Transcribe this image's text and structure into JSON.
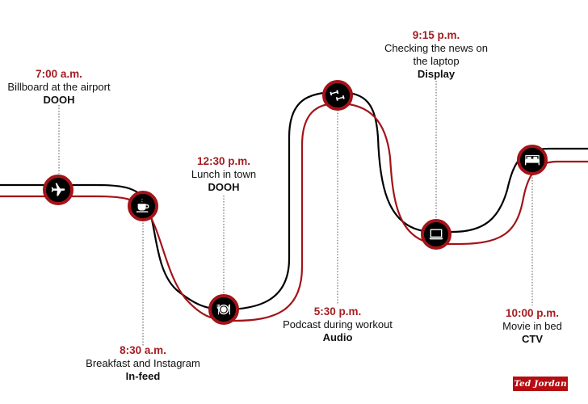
{
  "colors": {
    "accent_red": "#a31e22",
    "line_black": "#000000",
    "line_red": "#a31318",
    "marker_fill": "#000000",
    "logo_bg": "#b50d11",
    "background": "#ffffff"
  },
  "events": [
    {
      "id": "airport",
      "time": "7:00 a.m.",
      "description": "Billboard at the airport",
      "description2": "",
      "channel": "DOOH",
      "icon": "airplane-icon"
    },
    {
      "id": "breakfast",
      "time": "8:30 a.m.",
      "description": "Breakfast and Instagram",
      "description2": "",
      "channel": "In-feed",
      "icon": "coffee-cup-icon"
    },
    {
      "id": "lunch",
      "time": "12:30 p.m.",
      "description": "Lunch in town",
      "description2": "",
      "channel": "DOOH",
      "icon": "plate-cutlery-icon"
    },
    {
      "id": "workout",
      "time": "5:30 p.m.",
      "description": "Podcast during workout",
      "description2": "",
      "channel": "Audio",
      "icon": "dumbbell-icon"
    },
    {
      "id": "news",
      "time": "9:15 p.m.",
      "description": "Checking the news on",
      "description2": "the laptop",
      "channel": "Display",
      "icon": "laptop-icon"
    },
    {
      "id": "movie",
      "time": "10:00 p.m.",
      "description": "Movie in bed",
      "description2": "",
      "channel": "CTV",
      "icon": "bed-icon"
    }
  ],
  "logo": {
    "text": "Ted Jordan"
  }
}
